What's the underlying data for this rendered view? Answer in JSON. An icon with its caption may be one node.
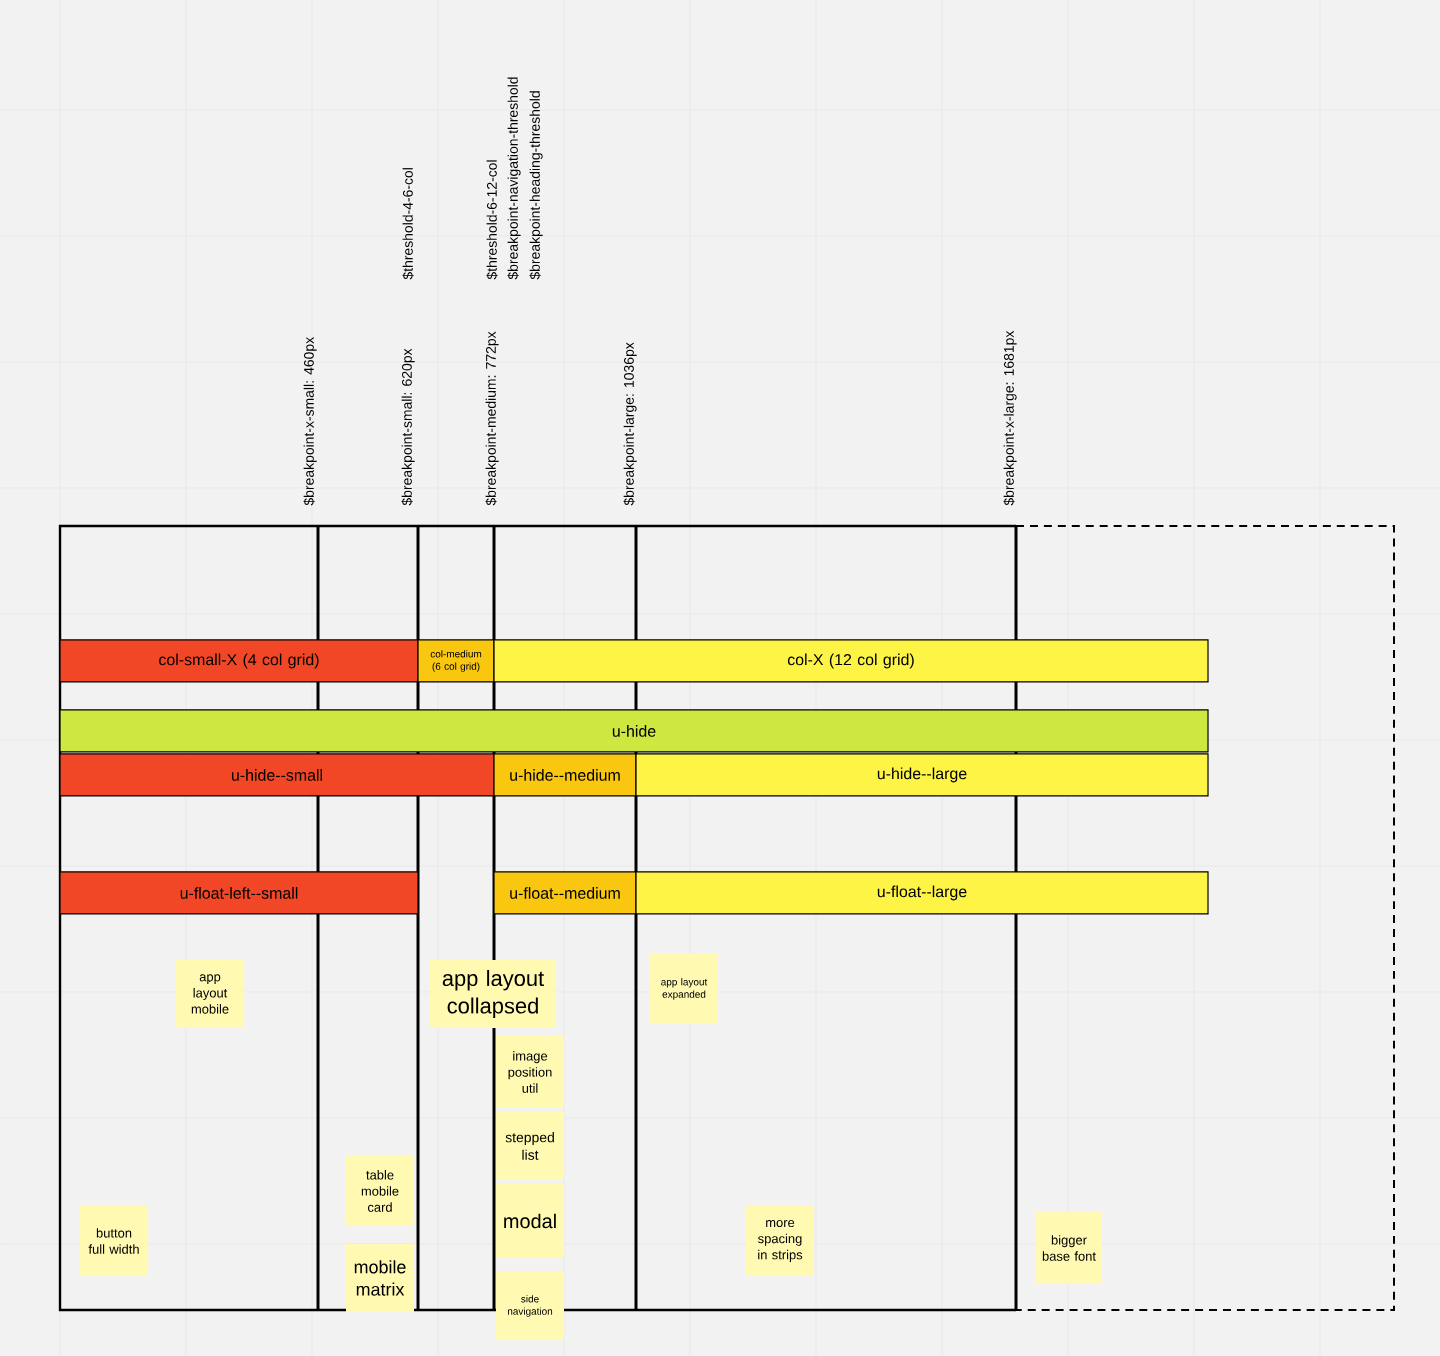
{
  "diagram": {
    "nodes": [
      {
        "text": [
          "col-small-X (4 col grid)"
        ]
      },
      {
        "text": [
          "col-medium (6 col grid)"
        ]
      },
      {
        "text": [
          "col-X (12 col grid)"
        ]
      },
      {
        "text": [
          "u-hide"
        ]
      },
      {
        "text": [
          "u-hide--small"
        ]
      },
      {
        "text": [
          "u-hide--medium"
        ]
      },
      {
        "text": [
          "u-hide--large"
        ]
      },
      {
        "text": [
          "u-float-left--small"
        ]
      },
      {
        "text": [
          "u-float--medium"
        ]
      },
      {
        "text": [
          "u-float--large"
        ]
      },
      {
        "text": [
          "app layout mobile"
        ]
      },
      {
        "text": [
          "app layout collapsed"
        ]
      },
      {
        "text": [
          "app layout expanded"
        ]
      },
      {
        "text": [
          "image position util"
        ]
      },
      {
        "text": [
          "stepped list"
        ]
      },
      {
        "text": [
          "table mobile card"
        ]
      },
      {
        "text": [
          "modal"
        ]
      },
      {
        "text": [
          "button full width"
        ]
      },
      {
        "text": [
          "more spacing in strips"
        ]
      },
      {
        "text": [
          "bigger base font"
        ]
      },
      {
        "text": [
          "mobile matrix"
        ]
      },
      {
        "text": [
          "side navigation"
        ]
      }
    ],
    "labels": [
      "$breakpoint-x-small: 460px",
      "$threshold-4-6-col",
      "$breakpoint-small: 620px",
      "$threshold-6-12-col",
      "$breakpoint-navigation-threshold",
      "$breakpoint-heading-threshold",
      "$breakpoint-medium: 772px",
      "$breakpoint-large: 1036px",
      "$breakpoint-x-large: 1681px"
    ]
  }
}
